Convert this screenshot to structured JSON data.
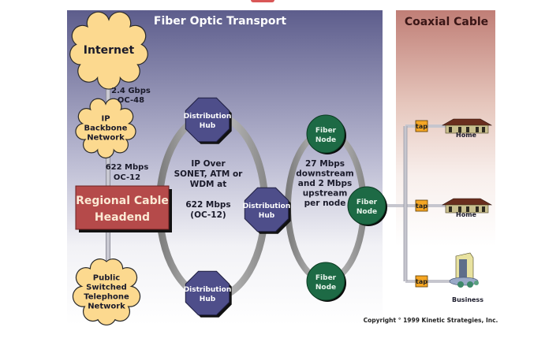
{
  "panels": {
    "fiber_title": "Fiber Optic Transport",
    "coax_title": "Coaxial Cable"
  },
  "colors": {
    "fiber_panel_top": "#5d5d8c",
    "fiber_panel_bottom": "#ffffff",
    "coax_panel_top": "#c08078",
    "coax_panel_bottom": "#ffffff",
    "cloud_fill": "#fcd98f",
    "headend_fill": "#b54a4a",
    "hub_fill": "#4e4e8a",
    "node_fill": "#1d6a45",
    "tap_fill": "#f5a623",
    "ring_stroke": "#9a9a9a"
  },
  "clouds": {
    "internet": [
      "Internet"
    ],
    "ip_backbone": [
      "IP",
      "Backbone",
      "Network"
    ],
    "pstn": [
      "Public",
      "Switched",
      "Telephone",
      "Network"
    ]
  },
  "links": {
    "internet_backbone": [
      "2.4 Gbps",
      "OC-48"
    ],
    "backbone_headend": [
      "622 Mbps",
      "OC-12"
    ]
  },
  "headend": [
    "Regional Cable",
    "Headend"
  ],
  "hubs": [
    {
      "label": [
        "Distribution",
        "Hub"
      ]
    },
    {
      "label": [
        "Distribution",
        "Hub"
      ]
    },
    {
      "label": [
        "Distribution",
        "Hub"
      ]
    }
  ],
  "hub_ring_text": [
    "IP Over",
    "SONET, ATM or",
    "WDM at",
    "",
    "622 Mbps",
    "(OC-12)"
  ],
  "nodes": [
    {
      "label": [
        "Fiber",
        "Node"
      ]
    },
    {
      "label": [
        "Fiber",
        "Node"
      ]
    },
    {
      "label": [
        "Fiber",
        "Node"
      ]
    }
  ],
  "node_ring_text": [
    "27 Mbps",
    "downstream",
    "and 2 Mbps",
    "upstream",
    "per node"
  ],
  "taps": [
    {
      "label": "tap",
      "destination": "Home"
    },
    {
      "label": "tap",
      "destination": "Home"
    },
    {
      "label": "tap",
      "destination": "Business"
    }
  ],
  "copyright": "Copyright ° 1999 Kinetic Strategies, Inc."
}
